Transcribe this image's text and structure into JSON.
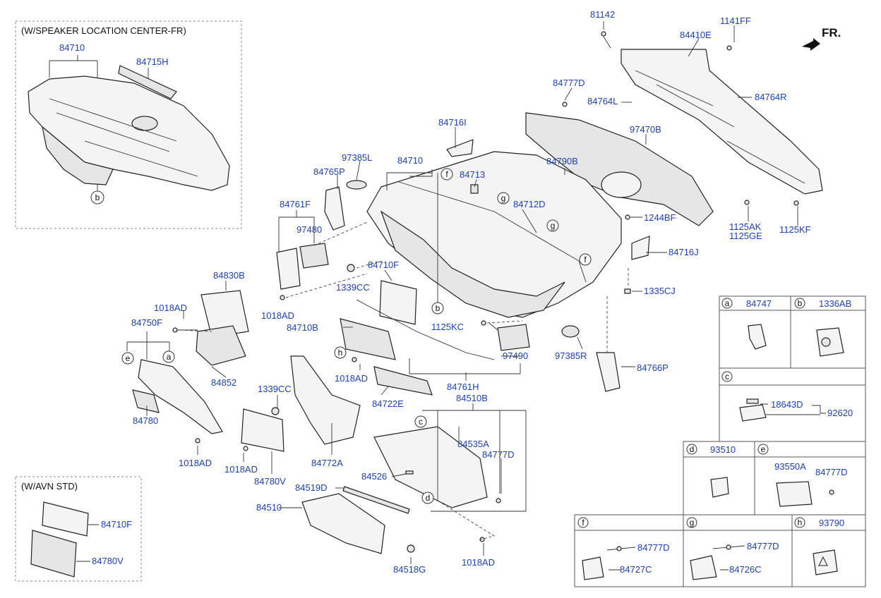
{
  "insets": {
    "speaker": {
      "title": "(W/SPEAKER LOCATION CENTER-FR)",
      "parts": [
        "84710",
        "84715H"
      ],
      "circle": "b"
    },
    "avn": {
      "title": "(W/AVN STD)",
      "parts": [
        "84710F",
        "84780V"
      ]
    }
  },
  "direction": {
    "label": "FR."
  },
  "labels": {
    "p81142": "81142",
    "p1141FF": "1141FF",
    "p84410E": "84410E",
    "p84777D_a": "84777D",
    "p84764L": "84764L",
    "p84764R": "84764R",
    "p97470B": "97470B",
    "p84716I": "84716I",
    "p97385L": "97385L",
    "p84710": "84710",
    "p84713": "84713",
    "p84790B": "84790B",
    "p84765P": "84765P",
    "p84712D": "84712D",
    "p1244BF": "1244BF",
    "p1125AK": "1125AK",
    "p1125GE": "1125GE",
    "p1125KF": "1125KF",
    "p84761F": "84761F",
    "p97480": "97480",
    "p84716J": "84716J",
    "p84710F": "84710F",
    "p1339CC_a": "1339CC",
    "p1335CJ": "1335CJ",
    "p84830B": "84830B",
    "p1018AD_a": "1018AD",
    "p1018AD_b": "1018AD",
    "p84750F": "84750F",
    "p84710B": "84710B",
    "p1125KC": "1125KC",
    "p97385R": "97385R",
    "p97490": "97490",
    "p1018AD_c": "1018AD",
    "p84766P": "84766P",
    "p84852": "84852",
    "p84761H": "84761H",
    "p84510B": "84510B",
    "p1339CC_b": "1339CC",
    "p84722E": "84722E",
    "p84780": "84780",
    "p84535A": "84535A",
    "p84777D_b": "84777D",
    "p1018AD_d": "1018AD",
    "p1018AD_e": "1018AD",
    "p84780V": "84780V",
    "p84772A": "84772A",
    "p84526": "84526",
    "p84519D": "84519D",
    "p84510": "84510",
    "p84518G": "84518G",
    "p1018AD_f": "1018AD"
  },
  "legend": {
    "a": {
      "letter": "a",
      "part": "84747"
    },
    "b": {
      "letter": "b",
      "part": "1336AB"
    },
    "c": {
      "letter": "c",
      "parts": [
        "18643D",
        "92620"
      ]
    },
    "d": {
      "letter": "d",
      "part": "93510"
    },
    "e": {
      "letter": "e",
      "parts": [
        "93550A",
        "84777D"
      ]
    },
    "f": {
      "letter": "f",
      "parts": [
        "84777D",
        "84727C"
      ]
    },
    "g": {
      "letter": "g",
      "parts": [
        "84777D",
        "84726C"
      ]
    },
    "h": {
      "letter": "h",
      "part": "93790"
    }
  }
}
